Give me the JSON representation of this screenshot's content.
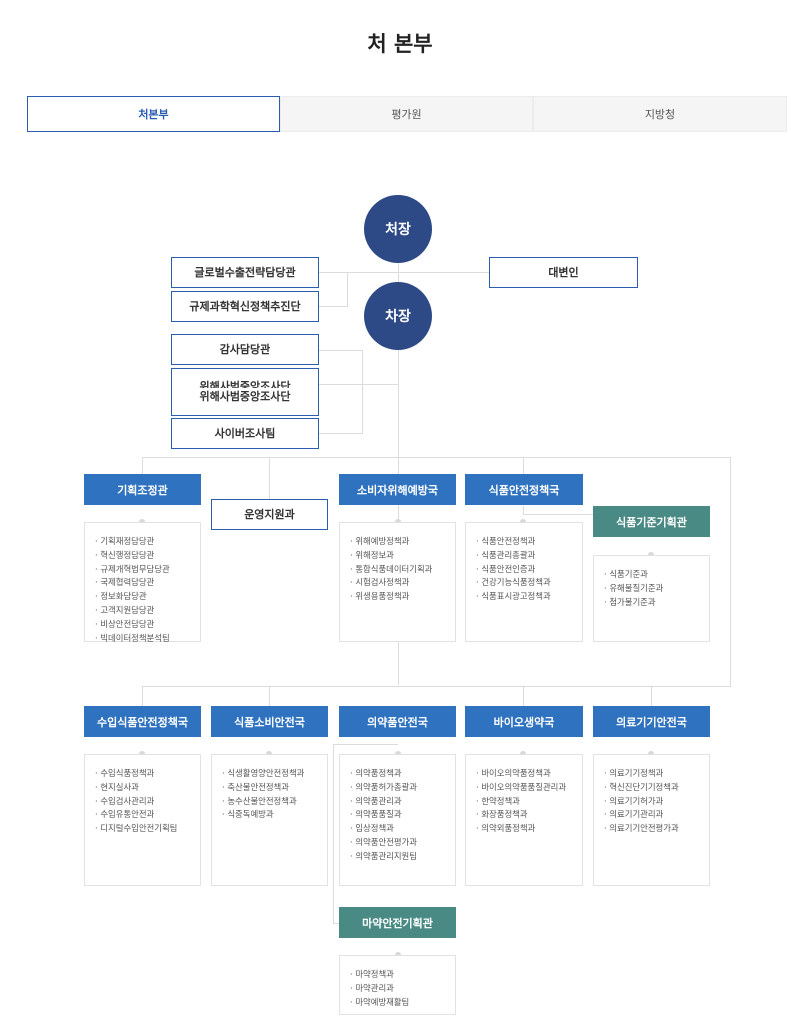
{
  "page": {
    "title": "처 본부"
  },
  "tabs": [
    {
      "label": "처본부",
      "active": true
    },
    {
      "label": "평가원",
      "active": false
    },
    {
      "label": "지방청",
      "active": false
    }
  ],
  "top": {
    "head": "처장",
    "deputy": "차장",
    "global_export": "글로벌수출전략담당관",
    "reg_science": "규제과학혁신정책추진단",
    "spokesperson": "대변인",
    "audit": "감사담당관",
    "hazard_investigation": "위해사범중앙조사단",
    "cyber": "사이버조사팀"
  },
  "row1": [
    {
      "name": "기획조정관",
      "items": [
        "기획재정담당관",
        "혁신행정담당관",
        "규제개혁법무담당관",
        "국제협력담당관",
        "정보화담당관",
        "고객지원담당관",
        "비상안전담당관",
        "빅데이터정책분석팀"
      ]
    },
    {
      "name": "운영지원과",
      "items": []
    },
    {
      "name": "소비자위해예방국",
      "items": [
        "위해예방정책과",
        "위해정보과",
        "통합식품데이터기획과",
        "시험검사정책과",
        "위생용품정책과"
      ]
    },
    {
      "name": "식품안전정책국",
      "items": [
        "식품안전정책과",
        "식품관리총괄과",
        "식품안전인증과",
        "건강기능식품정책과",
        "식품표시광고정책과"
      ]
    },
    {
      "name": "식품기준기획관",
      "items": [
        "식품기준과",
        "유해물질기준과",
        "첨가물기준과"
      ]
    }
  ],
  "row2": [
    {
      "name": "수입식품안전정책국",
      "items": [
        "수입식품정책과",
        "현지실사과",
        "수입검사관리과",
        "수입유통안전과",
        "디지털수입안전기획팀"
      ]
    },
    {
      "name": "식품소비안전국",
      "items": [
        "식생활영양안전정책과",
        "축산물안전정책과",
        "농수산물안전정책과",
        "식중독예방과"
      ]
    },
    {
      "name": "의약품안전국",
      "items": [
        "의약품정책과",
        "의약품허가총괄과",
        "의약품관리과",
        "의약품품질과",
        "임상정책과",
        "의약품안전평가과",
        "의약품관리지원팀"
      ]
    },
    {
      "name": "바이오생약국",
      "items": [
        "바이오의약품정책과",
        "바이오의약품품질관리과",
        "한약정책과",
        "화장품정책과",
        "의약외품정책과"
      ]
    },
    {
      "name": "의료기기안전국",
      "items": [
        "의료기기정책과",
        "혁신진단기기정책과",
        "의료기기허가과",
        "의료기기관리과",
        "의료기기안전평가과"
      ]
    }
  ],
  "narcotics": {
    "name": "마약안전기획관",
    "items": [
      "마약정책과",
      "마약관리과",
      "마약예방재활팀"
    ]
  },
  "colors": {
    "primary": "#2f72bf",
    "navy": "#2d4a86",
    "teal": "#4a8a85"
  }
}
